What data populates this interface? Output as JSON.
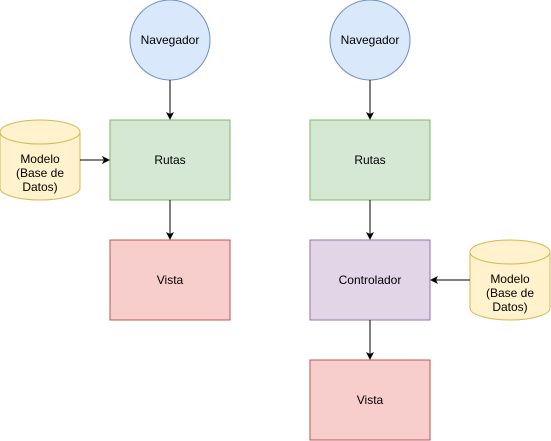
{
  "left_flow": {
    "browser": {
      "label": "Navegador"
    },
    "routes": {
      "label": "Rutas"
    },
    "view": {
      "label": "Vista"
    },
    "model": {
      "label_lines": [
        "Modelo",
        "(Base de",
        "Datos)"
      ]
    }
  },
  "right_flow": {
    "browser": {
      "label": "Navegador"
    },
    "routes": {
      "label": "Rutas"
    },
    "controller": {
      "label": "Controlador"
    },
    "view": {
      "label": "Vista"
    },
    "model": {
      "label_lines": [
        "Modelo",
        "(Base de",
        "Datos)"
      ]
    }
  },
  "colors": {
    "browser_fill": "#dae8fc",
    "browser_stroke": "#6c8ebf",
    "routes_fill": "#d5e8d4",
    "routes_stroke": "#82b366",
    "view_fill": "#f8cecc",
    "view_stroke": "#b85450",
    "controller_fill": "#e1d5e7",
    "controller_stroke": "#9673a6",
    "model_fill": "#fff2cc",
    "model_stroke": "#d6b656",
    "arrow": "#000000"
  }
}
